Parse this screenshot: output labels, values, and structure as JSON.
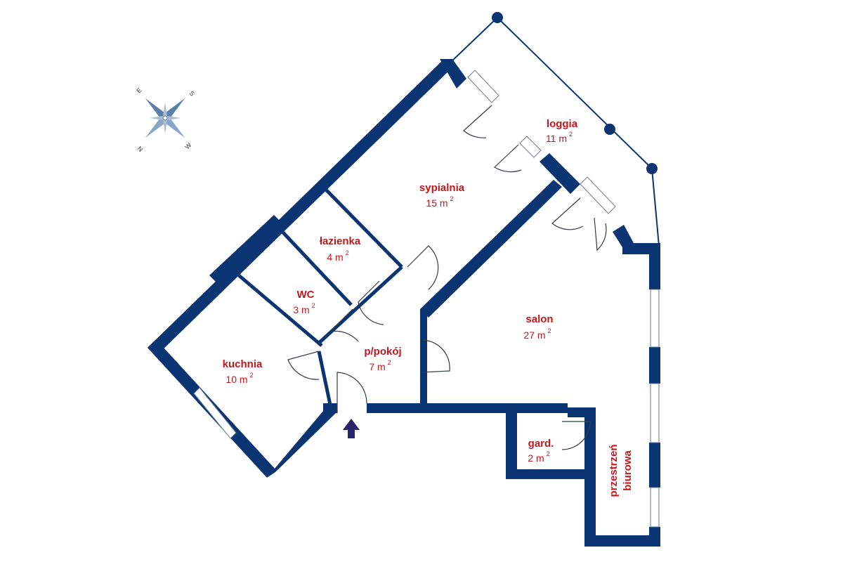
{
  "rooms": {
    "loggia": {
      "name": "loggia",
      "area": "11 m",
      "sup": "2"
    },
    "sypialnia": {
      "name": "sypialnia",
      "area": "15 m",
      "sup": "2"
    },
    "lazienka": {
      "name": "łazienka",
      "area": "4 m",
      "sup": "2"
    },
    "wc": {
      "name": "WC",
      "area": "3 m",
      "sup": "2"
    },
    "kuchnia": {
      "name": "kuchnia",
      "area": "10 m",
      "sup": "2"
    },
    "przedpokoj": {
      "name": "p/pokój",
      "area": "7 m",
      "sup": "2"
    },
    "salon": {
      "name": "salon",
      "area": "27 m",
      "sup": "2"
    },
    "garderoba": {
      "name": "gard.",
      "area": "2 m",
      "sup": "2"
    },
    "przestrzen": {
      "name": "przestrzeń",
      "name2": "biurowa"
    }
  },
  "compass": {
    "n": "N",
    "s": "S",
    "e": "E",
    "w": "W"
  },
  "colors": {
    "wall": "#0b3472",
    "label": "#c4161c",
    "entrance_arrow": "#2b2369"
  }
}
